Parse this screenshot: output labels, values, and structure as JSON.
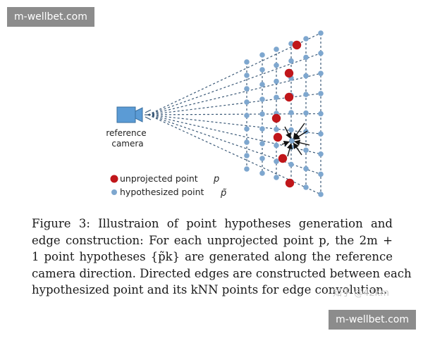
{
  "watermark": {
    "site": "m-wellbet.com",
    "zhihu": "知乎 @42km"
  },
  "figure": {
    "camera_label_line1": "reference",
    "camera_label_line2": "camera",
    "legend_red": "unprojected point",
    "legend_red_symbol": "p",
    "legend_blue": "hypothesized point",
    "legend_blue_symbol": "p̃",
    "colors": {
      "camera": "#5b9bd5",
      "red_point": "#c0161a",
      "blue_point": "#7ea7cf",
      "dashed": "#3c5a78"
    }
  },
  "caption": {
    "line1": "Figure 3:  Illustraion of point hypotheses generation and",
    "line2": "edge construction:  For each unprojected point p, the 2m +",
    "line3": "1 point hypotheses {p̃k} are generated along the reference",
    "line4": "camera direction. Directed edges are constructed between each",
    "line5": "hypothesized point and its kNN points for edge convolution."
  }
}
